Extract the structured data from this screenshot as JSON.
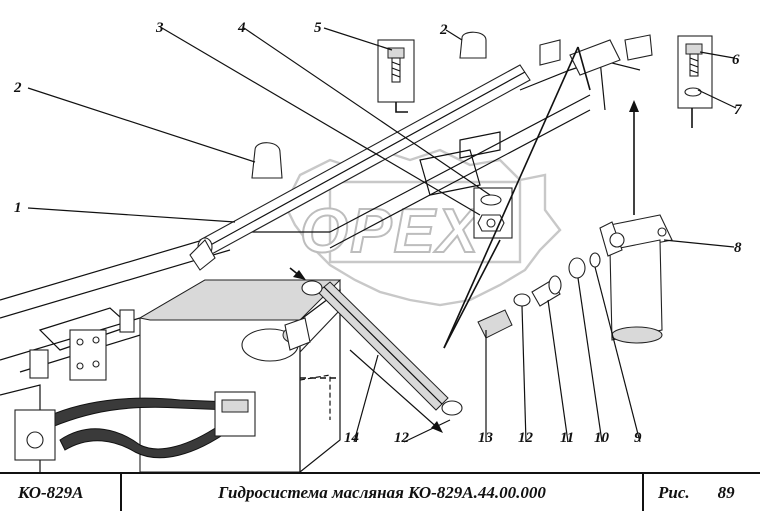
{
  "watermark": "OPEX",
  "callouts": [
    "1",
    "2",
    "2",
    "3",
    "4",
    "5",
    "6",
    "7",
    "8",
    "9",
    "10",
    "11",
    "12",
    "12",
    "13",
    "14"
  ],
  "title_block": {
    "model": "КО-829А",
    "title": "Гидросистема масляная КО-829А.44.00.000",
    "figure_label": "Рис.",
    "figure_number": "89"
  }
}
